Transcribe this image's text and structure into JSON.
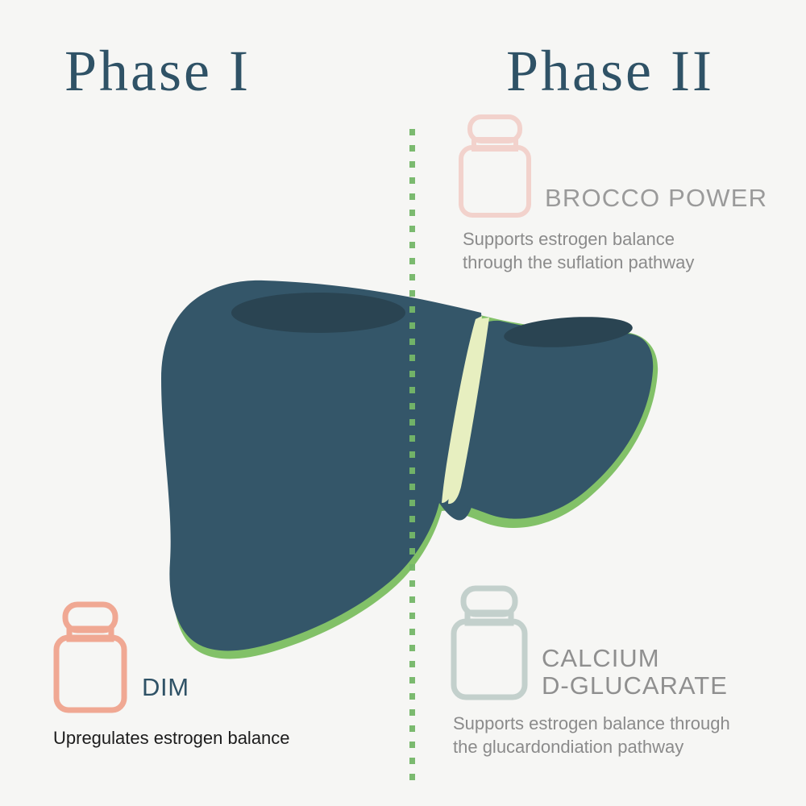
{
  "background_color": "#f6f6f4",
  "palette": {
    "heading_blue": "#2f5266",
    "liver_body": "#345669",
    "liver_shadow": "#2a4452",
    "liver_outline_green": "#82c168",
    "ligament_pale": "#e7efc0",
    "divider_green": "#74b768",
    "bottle_pink_light": "#f2d2cc",
    "bottle_coral": "#f0a893",
    "bottle_sage": "#c3d0cc",
    "body_text_gray": "#8b8b8b",
    "body_text_dark": "#1c1c1c"
  },
  "headings": {
    "phase_one": "Phase I",
    "phase_two": "Phase II"
  },
  "divider": {
    "name": "phase-divider",
    "style": "dotted-vertical",
    "color": "#74b768"
  },
  "illustration": {
    "name": "liver-illustration",
    "label": "liver"
  },
  "supplements": [
    {
      "id": "brocco-power",
      "title": "BROCCO POWER",
      "description": "Supports estrogen balance\nthrough the suflation pathway",
      "icon": "supplement-bottle-icon",
      "icon_color": "#f2d2cc",
      "title_color": "#9a9a9a",
      "description_color": "#8b8b8b",
      "phase": "Phase II"
    },
    {
      "id": "dim",
      "title": "DIM",
      "description": "Upregulates estrogen balance",
      "icon": "supplement-bottle-icon",
      "icon_color": "#f0a893",
      "title_color": "#2f5266",
      "description_color": "#1c1c1c",
      "phase": "Phase I"
    },
    {
      "id": "calcium-d-glucarate",
      "title": "CALCIUM\nD-GLUCARATE",
      "description": "Supports estrogen balance through\nthe glucardondiation pathway",
      "icon": "supplement-bottle-icon",
      "icon_color": "#c3d0cc",
      "title_color": "#8f8f8f",
      "description_color": "#8b8b8b",
      "phase": "Phase II"
    }
  ]
}
